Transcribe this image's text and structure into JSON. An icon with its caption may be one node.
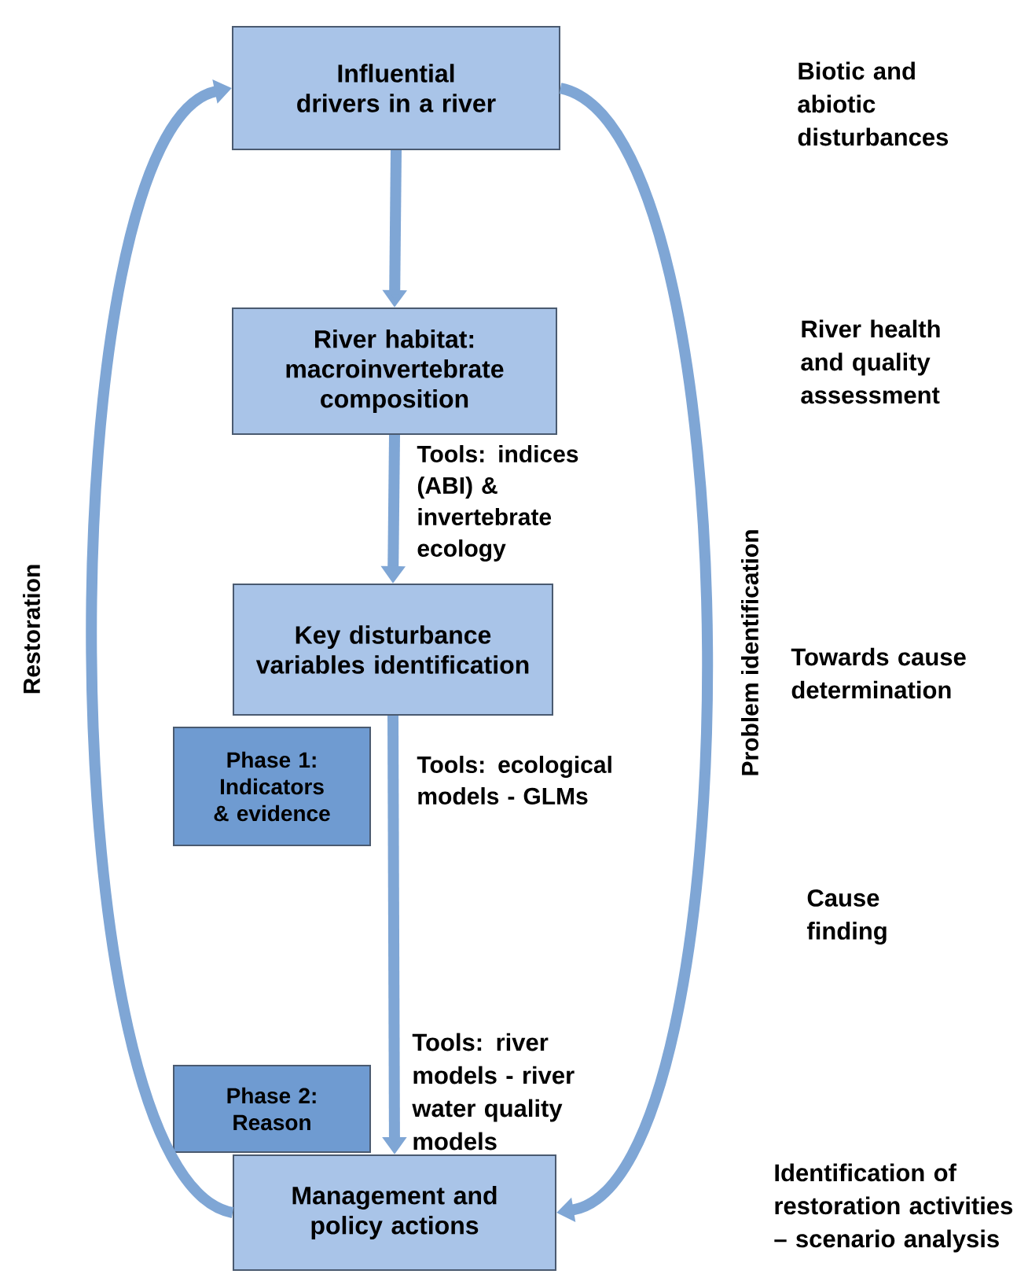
{
  "diagram": {
    "nodes": [
      {
        "text": [
          "Influential drivers in a river"
        ]
      },
      {
        "text": [
          "River habitat: macroinvertebrate composition"
        ]
      },
      {
        "text": [
          "Key disturbance variables identification"
        ]
      },
      {
        "text": [
          "Phase 1: Indicators & evidence"
        ]
      },
      {
        "text": [
          "Phase 2: Reason"
        ]
      },
      {
        "text": [
          "Management and policy actions"
        ]
      }
    ],
    "edges": [
      {
        "from": 0,
        "to": 1,
        "arrow": "to"
      },
      {
        "from": 1,
        "to": 2,
        "arrow": "to",
        "label": "Tools: indices (ABI) & invertebrate ecology"
      },
      {
        "from": 2,
        "to": 5,
        "arrow": "to",
        "label": "Tools: ecological models - GLMs"
      },
      {
        "from": 0,
        "to": 5,
        "arrow": "to",
        "label": "Problem identification"
      },
      {
        "from": 5,
        "to": 0,
        "arrow": "to",
        "label": "Restoration"
      }
    ],
    "labels": [
      "Biotic and abiotic disturbances",
      "River health and quality assessment",
      "Towards cause determination",
      "Cause finding",
      "Tools: river models - river water quality models",
      "Identification of restoration activities – scenario analysis"
    ]
  }
}
